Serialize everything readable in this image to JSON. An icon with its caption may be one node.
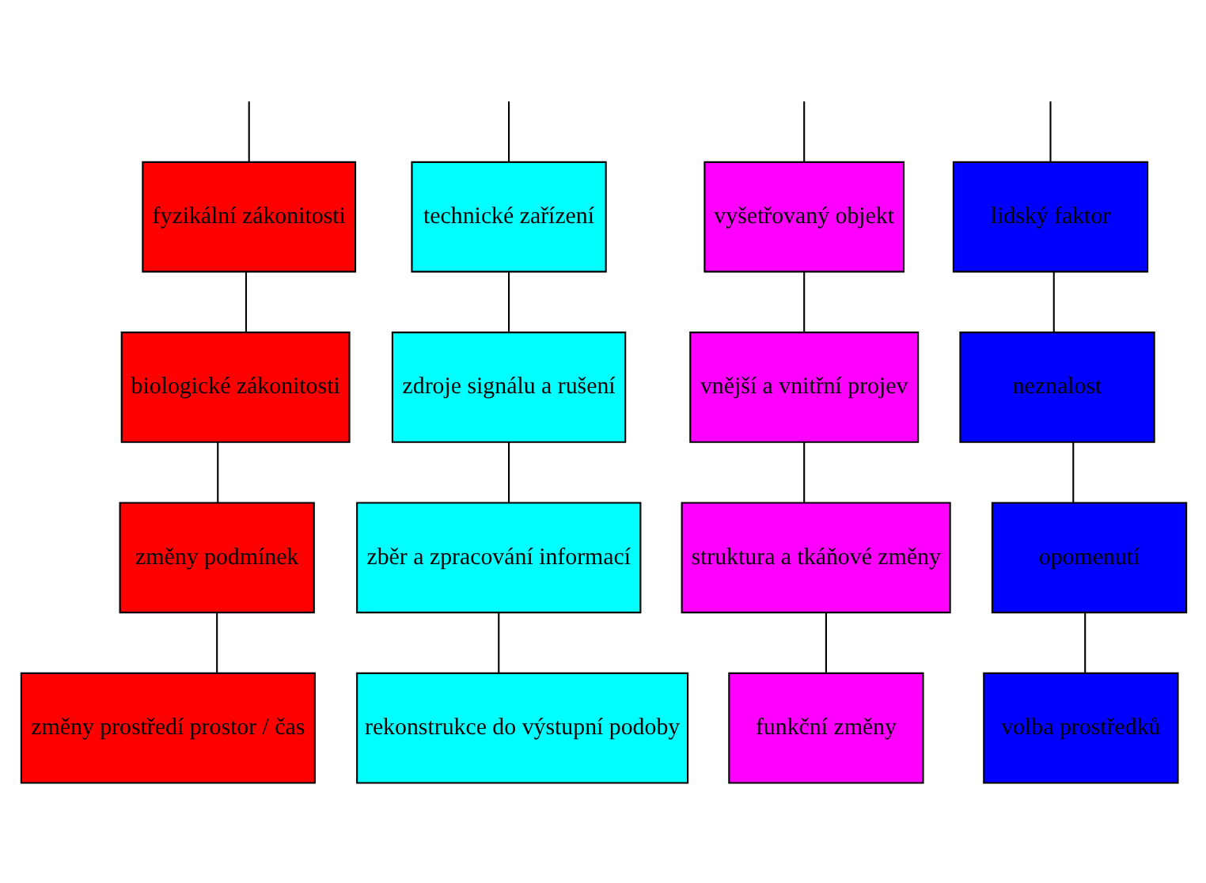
{
  "diagram": {
    "nodes": [
      {
        "text": [
          "fyzikální zákonitosti"
        ]
      },
      {
        "text": [
          "technické zařízení"
        ]
      },
      {
        "text": [
          "vyšetřovaný objekt"
        ]
      },
      {
        "text": [
          "lidský faktor"
        ]
      },
      {
        "text": [
          "biologické zákonitosti"
        ]
      },
      {
        "text": [
          "zdroje signálu a rušení"
        ]
      },
      {
        "text": [
          "vnější a vnitřní projev"
        ]
      },
      {
        "text": [
          "neznalost"
        ]
      },
      {
        "text": [
          "změny podmínek"
        ]
      },
      {
        "text": [
          "zběr a zpracování informací"
        ]
      },
      {
        "text": [
          "struktura a tkáňové změny"
        ]
      },
      {
        "text": [
          "opomenutí"
        ]
      },
      {
        "text": [
          "změny prostředí prostor / čas"
        ]
      },
      {
        "text": [
          "rekonstrukce do výstupní podoby"
        ]
      },
      {
        "text": [
          "funkční změny"
        ]
      },
      {
        "text": [
          "volba prostředků"
        ]
      }
    ],
    "edges": [
      {
        "from": null,
        "to": 0,
        "arrow": "none"
      },
      {
        "from": null,
        "to": 1,
        "arrow": "none"
      },
      {
        "from": null,
        "to": 2,
        "arrow": "none"
      },
      {
        "from": null,
        "to": 3,
        "arrow": "none"
      },
      {
        "from": 0,
        "to": 4,
        "arrow": "none"
      },
      {
        "from": 4,
        "to": 8,
        "arrow": "none"
      },
      {
        "from": 8,
        "to": 12,
        "arrow": "none"
      },
      {
        "from": 1,
        "to": 5,
        "arrow": "none"
      },
      {
        "from": 5,
        "to": 9,
        "arrow": "none"
      },
      {
        "from": 9,
        "to": 13,
        "arrow": "none"
      },
      {
        "from": 2,
        "to": 6,
        "arrow": "none"
      },
      {
        "from": 6,
        "to": 10,
        "arrow": "none"
      },
      {
        "from": 10,
        "to": 14,
        "arrow": "none"
      },
      {
        "from": 3,
        "to": 7,
        "arrow": "none"
      },
      {
        "from": 7,
        "to": 11,
        "arrow": "none"
      },
      {
        "from": 11,
        "to": 15,
        "arrow": "none"
      }
    ]
  }
}
